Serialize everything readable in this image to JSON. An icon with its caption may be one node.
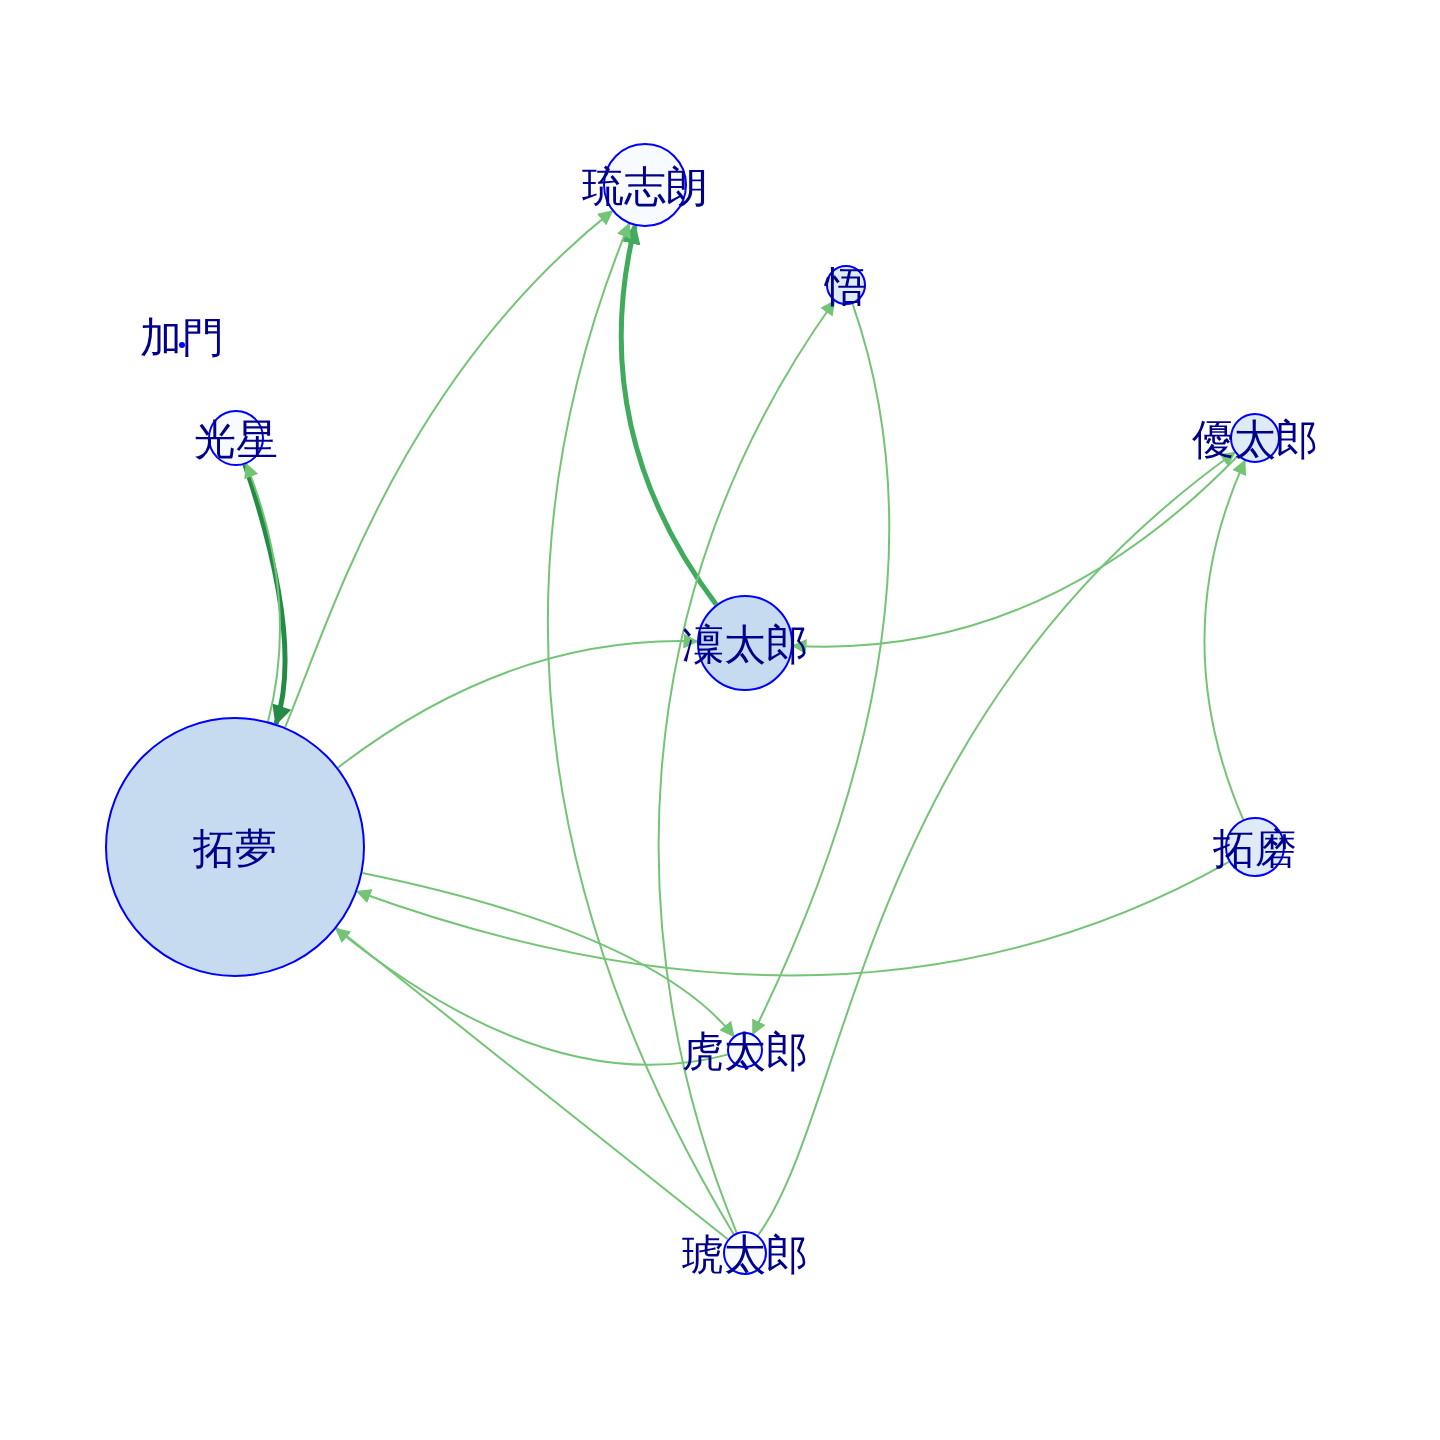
{
  "diagram": {
    "nodes": [
      {
        "text": [
          "琉志朗"
        ]
      },
      {
        "text": [
          "悟"
        ]
      },
      {
        "text": [
          "加門"
        ]
      },
      {
        "text": [
          "光星"
        ]
      },
      {
        "text": [
          "優太郎"
        ]
      },
      {
        "text": [
          "凜太郎"
        ]
      },
      {
        "text": [
          "拓夢"
        ]
      },
      {
        "text": [
          "拓磨"
        ]
      },
      {
        "text": [
          "虎太郎"
        ]
      },
      {
        "text": [
          "琥太郎"
        ]
      }
    ],
    "edges": [
      {
        "from": 3,
        "to": 6,
        "arrow": "to",
        "style": "thick",
        "color": "#238b45"
      },
      {
        "from": 5,
        "to": 0,
        "arrow": "to",
        "style": "thick",
        "color": "#41ab5d"
      },
      {
        "from": 6,
        "to": 3,
        "arrow": "to"
      },
      {
        "from": 6,
        "to": 0,
        "arrow": "to"
      },
      {
        "from": 6,
        "to": 5,
        "arrow": "to"
      },
      {
        "from": 7,
        "to": 6,
        "arrow": "to"
      },
      {
        "from": 6,
        "to": 8,
        "arrow": "to"
      },
      {
        "from": 8,
        "to": 6,
        "arrow": "to"
      },
      {
        "from": 6,
        "to": 9,
        "arrow": "none"
      },
      {
        "from": 9,
        "to": 0,
        "arrow": "to"
      },
      {
        "from": 9,
        "to": 1,
        "arrow": "to"
      },
      {
        "from": 1,
        "to": 8,
        "arrow": "to"
      },
      {
        "from": 9,
        "to": 4,
        "arrow": "to"
      },
      {
        "from": 4,
        "to": 5,
        "arrow": "to"
      },
      {
        "from": 7,
        "to": 4,
        "arrow": "to"
      }
    ]
  }
}
